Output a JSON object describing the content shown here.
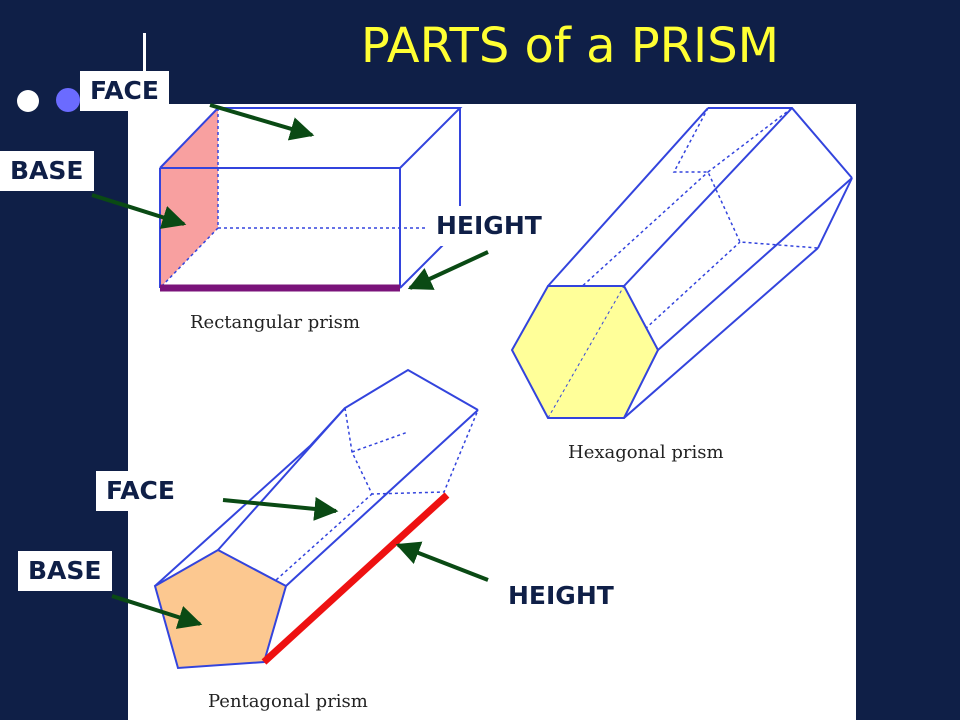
{
  "slide": {
    "title": "PARTS of a PRISM",
    "background_color": "#0f1f47",
    "title_color": "#ffff33"
  },
  "labels": {
    "face_top": "FACE",
    "base_top": "BASE",
    "height_top": "HEIGHT",
    "face_bottom": "FACE",
    "base_bottom": "BASE",
    "height_bottom": "HEIGHT"
  },
  "captions": {
    "rectangular": "Rectangular prism",
    "hexagonal": "Hexagonal prism",
    "pentagonal": "Pentagonal prism"
  },
  "colors": {
    "edge": "#3344dd",
    "rect_base_fill": "#f8a0a0",
    "hex_base_fill": "#ffff99",
    "pent_base_fill": "#fcc890",
    "rect_height_line": "#7a137a",
    "pent_height_line": "#ee1111",
    "arrow": "#0a4a14"
  }
}
